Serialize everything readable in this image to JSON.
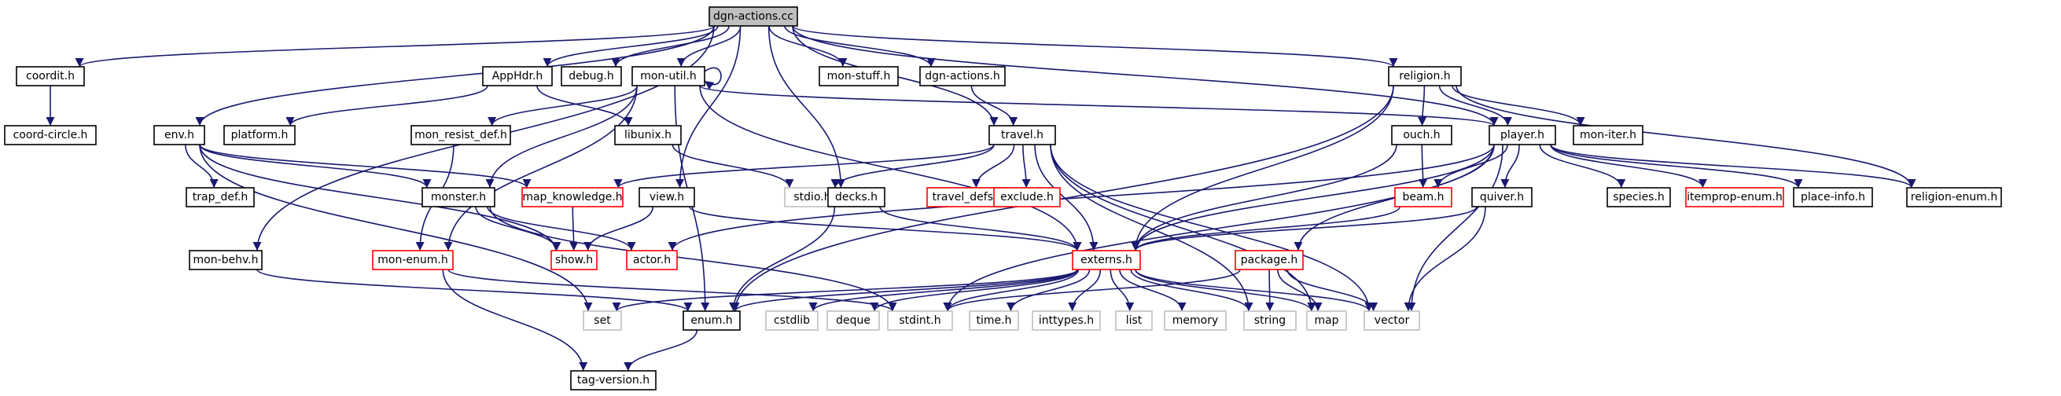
{
  "diagram": {
    "type": "include-dependency-graph",
    "colors": {
      "edge": "#191970",
      "border_documented": "#000000",
      "border_undocumented": "#ff0000",
      "border_system": "#bfbfbf",
      "root_fill": "#bfbfbf"
    },
    "nodes": [
      {
        "id": "dgn_actions_cc",
        "label": "dgn-actions.cc",
        "style": "root"
      },
      {
        "id": "coordit_h",
        "label": "coordit.h",
        "style": "black"
      },
      {
        "id": "coord_circle_h",
        "label": "coord-circle.h",
        "style": "black"
      },
      {
        "id": "apphdr_h",
        "label": "AppHdr.h",
        "style": "black"
      },
      {
        "id": "debug_h",
        "label": "debug.h",
        "style": "black"
      },
      {
        "id": "mon_util_h",
        "label": "mon-util.h",
        "style": "black"
      },
      {
        "id": "mon_stuff_h",
        "label": "mon-stuff.h",
        "style": "black"
      },
      {
        "id": "dgn_actions_h",
        "label": "dgn-actions.h",
        "style": "black"
      },
      {
        "id": "religion_h",
        "label": "religion.h",
        "style": "black"
      },
      {
        "id": "env_h",
        "label": "env.h",
        "style": "black"
      },
      {
        "id": "platform_h",
        "label": "platform.h",
        "style": "black"
      },
      {
        "id": "mon_resist_def_h",
        "label": "mon_resist_def.h",
        "style": "black"
      },
      {
        "id": "libunix_h",
        "label": "libunix.h",
        "style": "black"
      },
      {
        "id": "travel_h",
        "label": "travel.h",
        "style": "black"
      },
      {
        "id": "ouch_h",
        "label": "ouch.h",
        "style": "black"
      },
      {
        "id": "player_h",
        "label": "player.h",
        "style": "black"
      },
      {
        "id": "mon_iter_h",
        "label": "mon-iter.h",
        "style": "black"
      },
      {
        "id": "trap_def_h",
        "label": "trap_def.h",
        "style": "black"
      },
      {
        "id": "monster_h",
        "label": "monster.h",
        "style": "black"
      },
      {
        "id": "map_knowledge_h",
        "label": "map_knowledge.h",
        "style": "red"
      },
      {
        "id": "stdio_h",
        "label": "stdio.h",
        "style": "gray"
      },
      {
        "id": "view_h",
        "label": "view.h",
        "style": "black"
      },
      {
        "id": "decks_h",
        "label": "decks.h",
        "style": "black"
      },
      {
        "id": "travel_defs_h",
        "label": "travel_defs.h",
        "style": "red"
      },
      {
        "id": "exclude_h",
        "label": "exclude.h",
        "style": "red"
      },
      {
        "id": "beam_h",
        "label": "beam.h",
        "style": "red"
      },
      {
        "id": "quiver_h",
        "label": "quiver.h",
        "style": "black"
      },
      {
        "id": "species_h",
        "label": "species.h",
        "style": "black"
      },
      {
        "id": "itemprop_enum_h",
        "label": "itemprop-enum.h",
        "style": "red"
      },
      {
        "id": "place_info_h",
        "label": "place-info.h",
        "style": "black"
      },
      {
        "id": "religion_enum_h",
        "label": "religion-enum.h",
        "style": "black"
      },
      {
        "id": "mon_behv_h",
        "label": "mon-behv.h",
        "style": "black"
      },
      {
        "id": "mon_enum_h",
        "label": "mon-enum.h",
        "style": "red"
      },
      {
        "id": "show_h",
        "label": "show.h",
        "style": "red"
      },
      {
        "id": "actor_h",
        "label": "actor.h",
        "style": "red"
      },
      {
        "id": "externs_h",
        "label": "externs.h",
        "style": "red"
      },
      {
        "id": "package_h",
        "label": "package.h",
        "style": "red"
      },
      {
        "id": "set",
        "label": "set",
        "style": "gray"
      },
      {
        "id": "enum_h",
        "label": "enum.h",
        "style": "black"
      },
      {
        "id": "cstdlib",
        "label": "cstdlib",
        "style": "gray"
      },
      {
        "id": "deque",
        "label": "deque",
        "style": "gray"
      },
      {
        "id": "stdint_h",
        "label": "stdint.h",
        "style": "gray"
      },
      {
        "id": "time_h",
        "label": "time.h",
        "style": "gray"
      },
      {
        "id": "inttypes_h",
        "label": "inttypes.h",
        "style": "gray"
      },
      {
        "id": "list",
        "label": "list",
        "style": "gray"
      },
      {
        "id": "memory",
        "label": "memory",
        "style": "gray"
      },
      {
        "id": "string",
        "label": "string",
        "style": "gray"
      },
      {
        "id": "map",
        "label": "map",
        "style": "gray"
      },
      {
        "id": "vector",
        "label": "vector",
        "style": "gray"
      },
      {
        "id": "tag_version_h",
        "label": "tag-version.h",
        "style": "black"
      }
    ],
    "edges": [
      [
        "dgn_actions_cc",
        "coordit_h"
      ],
      [
        "dgn_actions_cc",
        "apphdr_h"
      ],
      [
        "dgn_actions_cc",
        "debug_h"
      ],
      [
        "dgn_actions_cc",
        "mon_util_h"
      ],
      [
        "dgn_actions_cc",
        "mon_stuff_h"
      ],
      [
        "dgn_actions_cc",
        "dgn_actions_h"
      ],
      [
        "dgn_actions_cc",
        "religion_h"
      ],
      [
        "dgn_actions_cc",
        "env_h"
      ],
      [
        "dgn_actions_cc",
        "travel_h"
      ],
      [
        "dgn_actions_cc",
        "view_h"
      ],
      [
        "dgn_actions_cc",
        "decks_h"
      ],
      [
        "dgn_actions_cc",
        "mon_behv_h"
      ],
      [
        "dgn_actions_cc",
        "player_h"
      ],
      [
        "coordit_h",
        "coord_circle_h"
      ],
      [
        "apphdr_h",
        "platform_h"
      ],
      [
        "apphdr_h",
        "libunix_h"
      ],
      [
        "mon_util_h",
        "mon_util_h"
      ],
      [
        "mon_util_h",
        "mon_resist_def_h"
      ],
      [
        "mon_util_h",
        "mon_enum_h"
      ],
      [
        "mon_util_h",
        "monster_h"
      ],
      [
        "mon_util_h",
        "externs_h"
      ],
      [
        "mon_util_h",
        "enum_h"
      ],
      [
        "mon_util_h",
        "player_h"
      ],
      [
        "dgn_actions_h",
        "travel_h"
      ],
      [
        "religion_h",
        "ouch_h"
      ],
      [
        "religion_h",
        "player_h"
      ],
      [
        "religion_h",
        "mon_iter_h"
      ],
      [
        "religion_h",
        "religion_enum_h"
      ],
      [
        "religion_h",
        "externs_h"
      ],
      [
        "religion_h",
        "enum_h"
      ],
      [
        "env_h",
        "trap_def_h"
      ],
      [
        "env_h",
        "monster_h"
      ],
      [
        "env_h",
        "map_knowledge_h"
      ],
      [
        "env_h",
        "show_h"
      ],
      [
        "env_h",
        "set"
      ],
      [
        "mon_resist_def_h",
        "mon_enum_h"
      ],
      [
        "libunix_h",
        "stdio_h"
      ],
      [
        "travel_h",
        "map_knowledge_h"
      ],
      [
        "travel_h",
        "stdio_h"
      ],
      [
        "travel_h",
        "travel_defs_h"
      ],
      [
        "travel_h",
        "exclude_h"
      ],
      [
        "travel_h",
        "externs_h"
      ],
      [
        "travel_h",
        "vector"
      ],
      [
        "travel_h",
        "map"
      ],
      [
        "travel_h",
        "string"
      ],
      [
        "ouch_h",
        "beam_h"
      ],
      [
        "ouch_h",
        "externs_h"
      ],
      [
        "player_h",
        "beam_h"
      ],
      [
        "player_h",
        "quiver_h"
      ],
      [
        "player_h",
        "species_h"
      ],
      [
        "player_h",
        "itemprop_enum_h"
      ],
      [
        "player_h",
        "place_info_h"
      ],
      [
        "player_h",
        "religion_enum_h"
      ],
      [
        "player_h",
        "actor_h"
      ],
      [
        "player_h",
        "externs_h"
      ],
      [
        "player_h",
        "package_h"
      ],
      [
        "player_h",
        "vector"
      ],
      [
        "player_h",
        "stdint_h"
      ],
      [
        "monster_h",
        "actor_h"
      ],
      [
        "monster_h",
        "show_h"
      ],
      [
        "monster_h",
        "stdint_h"
      ],
      [
        "map_knowledge_h",
        "show_h"
      ],
      [
        "view_h",
        "show_h"
      ],
      [
        "view_h",
        "externs_h"
      ],
      [
        "decks_h",
        "externs_h"
      ],
      [
        "decks_h",
        "enum_h"
      ],
      [
        "beam_h",
        "externs_h"
      ],
      [
        "quiver_h",
        "externs_h"
      ],
      [
        "quiver_h",
        "vector"
      ],
      [
        "mon_behv_h",
        "enum_h"
      ],
      [
        "mon_enum_h",
        "stdint_h"
      ],
      [
        "mon_enum_h",
        "tag_version_h"
      ],
      [
        "externs_h",
        "set"
      ],
      [
        "externs_h",
        "enum_h"
      ],
      [
        "externs_h",
        "cstdlib"
      ],
      [
        "externs_h",
        "deque"
      ],
      [
        "externs_h",
        "stdint_h"
      ],
      [
        "externs_h",
        "time_h"
      ],
      [
        "externs_h",
        "inttypes_h"
      ],
      [
        "externs_h",
        "list"
      ],
      [
        "externs_h",
        "memory"
      ],
      [
        "externs_h",
        "string"
      ],
      [
        "externs_h",
        "map"
      ],
      [
        "externs_h",
        "vector"
      ],
      [
        "package_h",
        "stdint_h"
      ],
      [
        "package_h",
        "string"
      ],
      [
        "package_h",
        "map"
      ],
      [
        "package_h",
        "vector"
      ],
      [
        "enum_h",
        "tag_version_h"
      ]
    ]
  }
}
